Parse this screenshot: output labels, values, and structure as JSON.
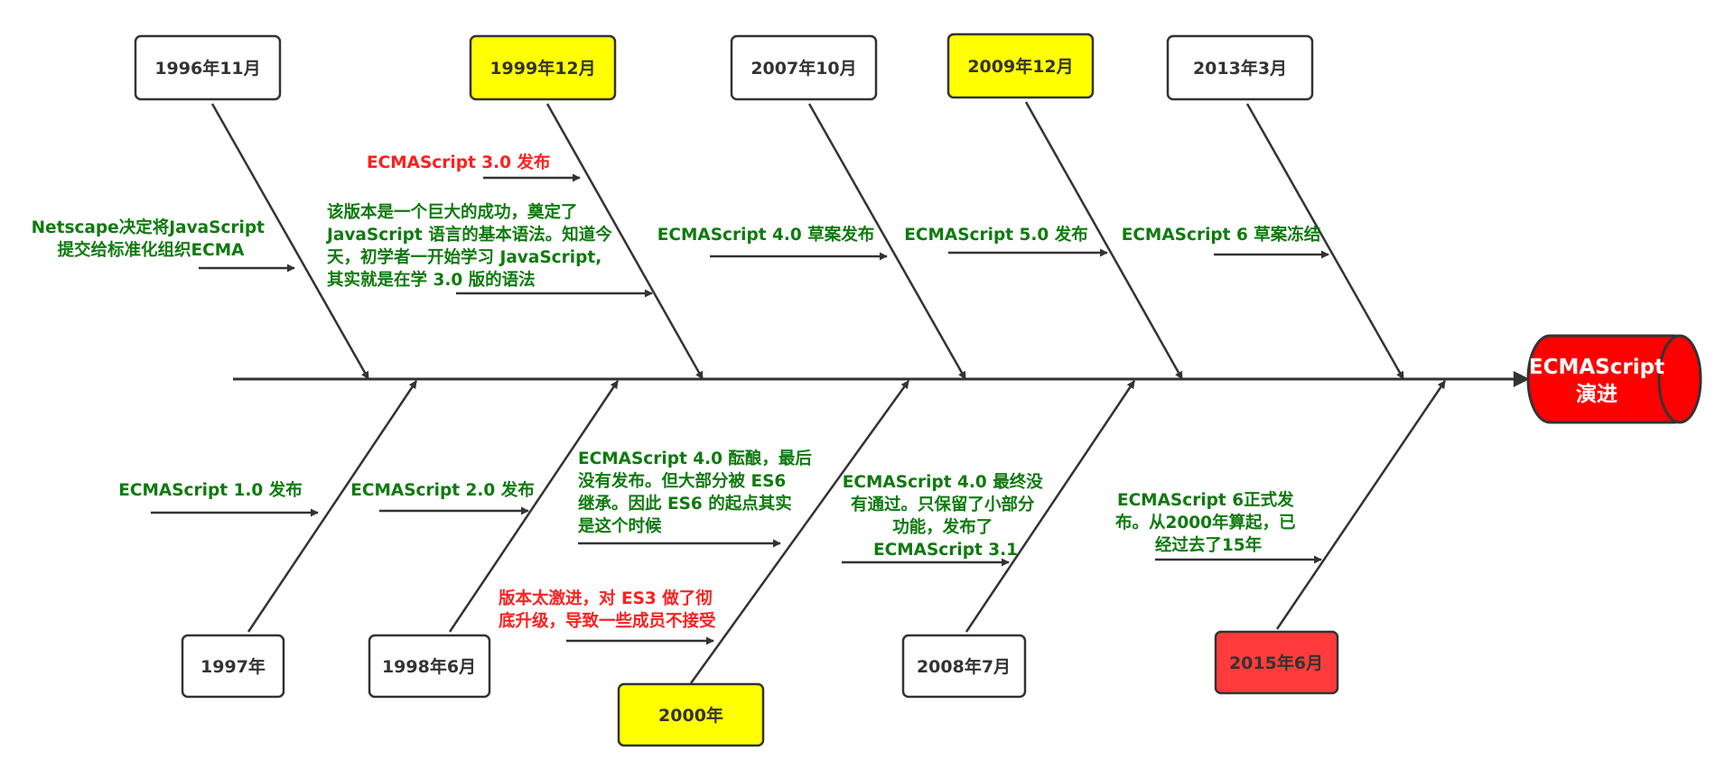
{
  "colors": {
    "line": "#333333",
    "green": "#0f7a0f",
    "red": "#ff1f1f",
    "yellow": "#ffff00",
    "box_red": "#ff3b3b",
    "head_red": "#ff0000",
    "white": "#ffffff"
  },
  "head": {
    "lines": [
      "ECMAScript",
      "演进"
    ]
  },
  "top_dates": [
    {
      "label": "1996年11月",
      "highlight": ""
    },
    {
      "label": "1999年12月",
      "highlight": "yellow"
    },
    {
      "label": "2007年10月",
      "highlight": ""
    },
    {
      "label": "2009年12月",
      "highlight": "yellow"
    },
    {
      "label": "2013年3月",
      "highlight": ""
    }
  ],
  "bottom_dates": [
    {
      "label": "1997年",
      "highlight": ""
    },
    {
      "label": "1998年6月",
      "highlight": ""
    },
    {
      "label": "2000年",
      "highlight": "yellow"
    },
    {
      "label": "2008年7月",
      "highlight": ""
    },
    {
      "label": "2015年6月",
      "highlight": "red"
    }
  ],
  "top_notes": [
    {
      "lines": [
        "Netscape决定将JavaScript",
        "提交给标准化组织ECMA"
      ],
      "color": "green"
    },
    {
      "lines": [
        "ECMAScript 3.0 发布"
      ],
      "color": "red"
    },
    {
      "lines": [
        "该版本是一个巨大的成功，奠定了",
        "JavaScript 语言的基本语法。知道今",
        "天，初学者一开始学习 JavaScript,",
        "其实就是在学 3.0 版的语法"
      ],
      "color": "green"
    },
    {
      "lines": [
        "ECMAScript 4.0 草案发布"
      ],
      "color": "green"
    },
    {
      "lines": [
        "ECMAScript 5.0 发布"
      ],
      "color": "green"
    },
    {
      "lines": [
        "ECMAScript 6 草案冻结"
      ],
      "color": "green"
    }
  ],
  "bottom_notes": [
    {
      "lines": [
        "ECMAScript 1.0 发布"
      ],
      "color": "green"
    },
    {
      "lines": [
        "ECMAScript 2.0 发布"
      ],
      "color": "green"
    },
    {
      "lines": [
        "ECMAScript 4.0 酝酿，最后",
        "没有发布。但大部分被 ES6",
        "继承。因此 ES6 的起点其实",
        "是这个时候"
      ],
      "color": "green"
    },
    {
      "lines": [
        "版本太激进，对 ES3 做了彻",
        "底升级，导致一些成员不接受"
      ],
      "color": "red"
    },
    {
      "lines": [
        "ECMAScript 4.0 最终没",
        "有通过。只保留了小部分",
        "功能，发布了",
        "ECMAScript 3.1"
      ],
      "color": "green"
    },
    {
      "lines": [
        "ECMAScript 6正式发",
        "布。从2000年算起，已",
        "经过去了15年"
      ],
      "color": "green"
    }
  ]
}
